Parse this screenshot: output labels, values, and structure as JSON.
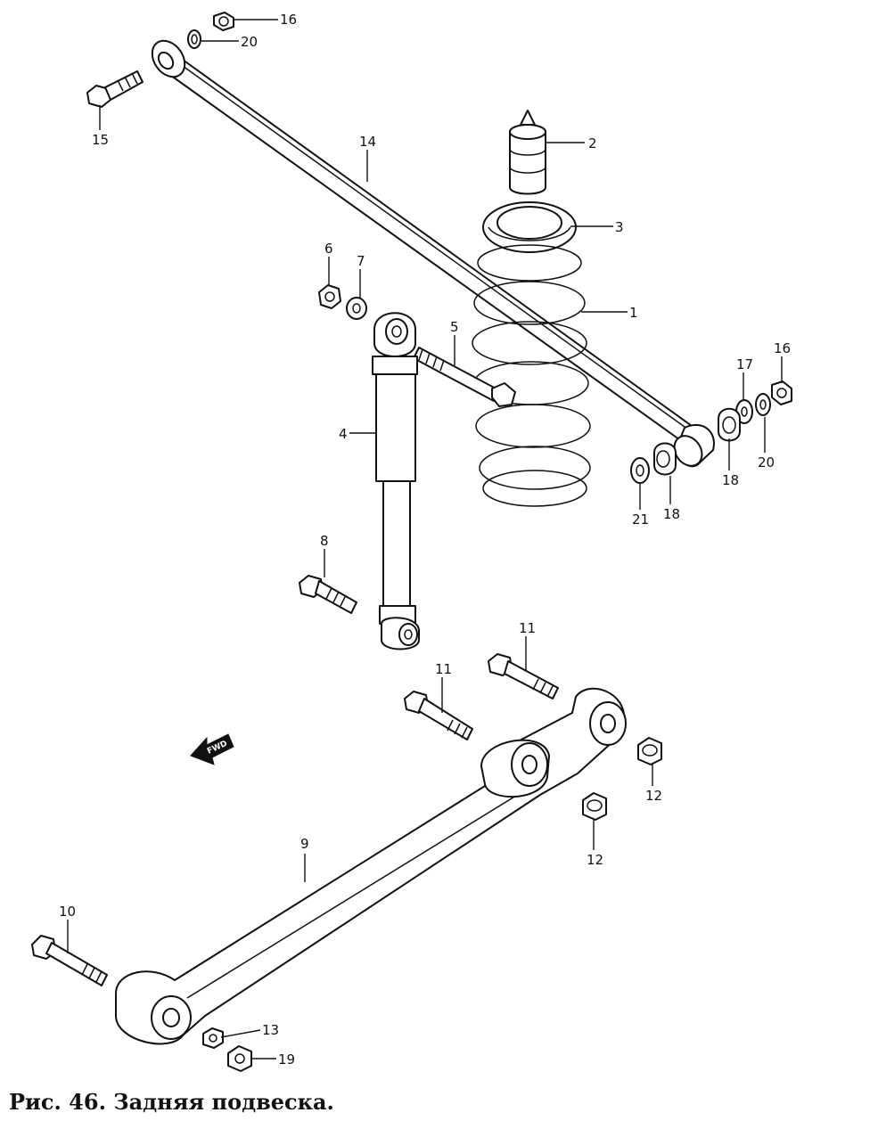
{
  "caption": "Рис. 46. Задняя подвеска.",
  "front_arrow_text": "FWD",
  "callouts": [
    {
      "id": "c16a",
      "label": "16"
    },
    {
      "id": "c20a",
      "label": "20"
    },
    {
      "id": "c15",
      "label": "15"
    },
    {
      "id": "c14",
      "label": "14"
    },
    {
      "id": "c2",
      "label": "2"
    },
    {
      "id": "c3",
      "label": "3"
    },
    {
      "id": "c6",
      "label": "6"
    },
    {
      "id": "c7",
      "label": "7"
    },
    {
      "id": "c1",
      "label": "1"
    },
    {
      "id": "c5",
      "label": "5"
    },
    {
      "id": "c4",
      "label": "4"
    },
    {
      "id": "c16b",
      "label": "16"
    },
    {
      "id": "c17",
      "label": "17"
    },
    {
      "id": "c20b",
      "label": "20"
    },
    {
      "id": "c18a",
      "label": "18"
    },
    {
      "id": "c21",
      "label": "21"
    },
    {
      "id": "c18b",
      "label": "18"
    },
    {
      "id": "c8",
      "label": "8"
    },
    {
      "id": "c11a",
      "label": "11"
    },
    {
      "id": "c11b",
      "label": "11"
    },
    {
      "id": "c12a",
      "label": "12"
    },
    {
      "id": "c12b",
      "label": "12"
    },
    {
      "id": "c9",
      "label": "9"
    },
    {
      "id": "c10",
      "label": "10"
    },
    {
      "id": "c13",
      "label": "13"
    },
    {
      "id": "c19",
      "label": "19"
    }
  ]
}
